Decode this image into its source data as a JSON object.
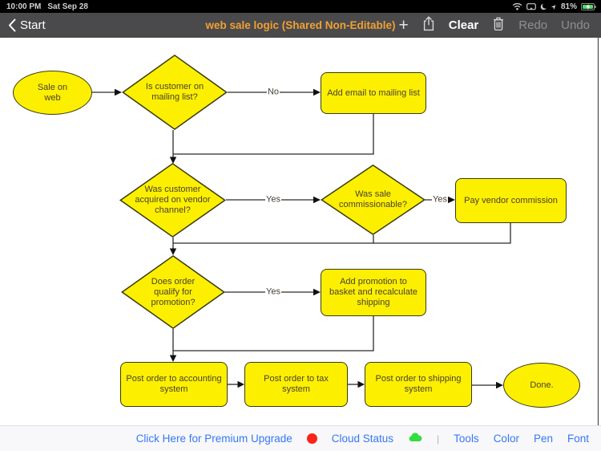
{
  "status_bar": {
    "time": "10:00 PM",
    "date": "Sat Sep 28",
    "battery": "81%"
  },
  "nav": {
    "back_label": "Start",
    "title": "web sale logic (Shared Non-Editable)",
    "plus": "+",
    "clear_label": "Clear",
    "redo_label": "Redo",
    "undo_label": "Undo"
  },
  "diagram": {
    "nodes": [
      {
        "type": "ellipse",
        "label": "Sale on\nweb"
      },
      {
        "type": "diamond",
        "label": "Is customer on\nmailing list?"
      },
      {
        "type": "rect",
        "label": "Add email to mailing list"
      },
      {
        "type": "diamond",
        "label": "Was customer\nacquired on vendor\nchannel?"
      },
      {
        "type": "diamond",
        "label": "Was sale\ncommissionable?"
      },
      {
        "type": "rect",
        "label": "Pay vendor commission"
      },
      {
        "type": "diamond",
        "label": "Does order\nqualify for\npromotion?"
      },
      {
        "type": "rect",
        "label": "Add promotion to\nbasket and recalculate\nshipping"
      },
      {
        "type": "rect",
        "label": "Post order to accounting\nsystem"
      },
      {
        "type": "rect",
        "label": "Post order to tax\nsystem"
      },
      {
        "type": "rect",
        "label": "Post order to shipping\nsystem"
      },
      {
        "type": "ellipse",
        "label": "Done."
      }
    ],
    "edge_labels": [
      "No",
      "Yes",
      "Yes",
      "Yes"
    ],
    "connections": [
      {
        "from": "Sale on web",
        "to": "Is customer on mailing list?",
        "label": ""
      },
      {
        "from": "Is customer on mailing list?",
        "to": "Add email to mailing list",
        "label": "No"
      },
      {
        "from": "Is customer on mailing list?",
        "to": "Was customer acquired on vendor channel?",
        "label": ""
      },
      {
        "from": "Add email to mailing list",
        "to": "Was customer acquired on vendor channel?",
        "label": ""
      },
      {
        "from": "Was customer acquired on vendor channel?",
        "to": "Was sale commissionable?",
        "label": "Yes"
      },
      {
        "from": "Was sale commissionable?",
        "to": "Pay vendor commission",
        "label": "Yes"
      },
      {
        "from": "Was customer acquired on vendor channel?",
        "to": "Does order qualify for promotion?",
        "label": ""
      },
      {
        "from": "Was sale commissionable?",
        "to": "Does order qualify for promotion?",
        "label": ""
      },
      {
        "from": "Pay vendor commission",
        "to": "Does order qualify for promotion?",
        "label": ""
      },
      {
        "from": "Does order qualify for promotion?",
        "to": "Add promotion to basket and recalculate shipping",
        "label": "Yes"
      },
      {
        "from": "Does order qualify for promotion?",
        "to": "Post order to accounting system",
        "label": ""
      },
      {
        "from": "Add promotion to basket and recalculate shipping",
        "to": "Post order to accounting system",
        "label": ""
      },
      {
        "from": "Post order to accounting system",
        "to": "Post order to tax system",
        "label": ""
      },
      {
        "from": "Post order to tax system",
        "to": "Post order to shipping system",
        "label": ""
      },
      {
        "from": "Post order to shipping system",
        "to": "Done.",
        "label": ""
      }
    ]
  },
  "toolbar": {
    "premium_label": "Click Here for Premium Upgrade",
    "cloud_status_label": "Cloud Status",
    "separator": "|",
    "tools_label": "Tools",
    "color_label": "Color",
    "pen_label": "Pen",
    "font_label": "Font"
  },
  "colors": {
    "shape_fill": "#fcf000",
    "shape_border": "#3a3a10",
    "title_orange": "#f0a032",
    "link_blue": "#3478f6",
    "status_red": "#fb2418",
    "status_green": "#32dd3e"
  }
}
